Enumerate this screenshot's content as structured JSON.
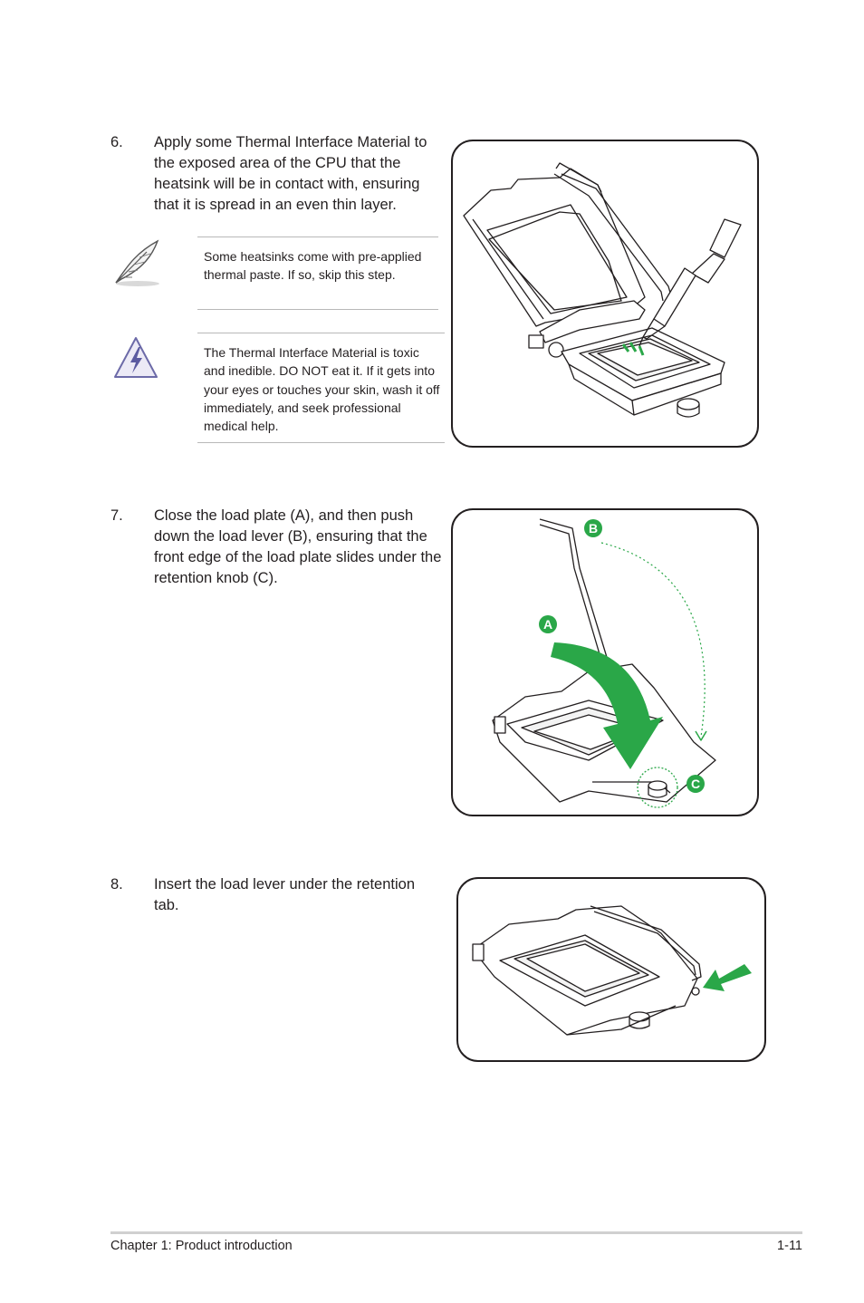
{
  "steps": [
    {
      "number": "6.",
      "text": "Apply some Thermal Interface Material to the exposed area of the CPU that the heatsink will be in contact with, ensuring that it is spread in an even thin layer."
    },
    {
      "number": "7.",
      "text": "Close the load plate (A), and then push down the load lever (B), ensuring that the front edge of the load plate slides under the retention knob (C)."
    },
    {
      "number": "8.",
      "text": "Insert the load lever under the retention tab."
    }
  ],
  "notes": {
    "note": {
      "icon": "feather-pen-icon",
      "text": "Some heatsinks come with pre-applied thermal paste. If so, skip this step."
    },
    "warning": {
      "icon": "warning-triangle-icon",
      "text": "The Thermal Interface Material is toxic and inedible. DO NOT eat it. If it gets into your eyes or touches your skin, wash it off immediately, and seek professional medical help."
    }
  },
  "figure_labels": {
    "a": "A",
    "b": "B",
    "c": "C"
  },
  "colors": {
    "accent_green": "#2aa748",
    "text": "#231f20"
  },
  "footer": {
    "chapter": "Chapter 1: Product introduction",
    "page": "1-11"
  }
}
